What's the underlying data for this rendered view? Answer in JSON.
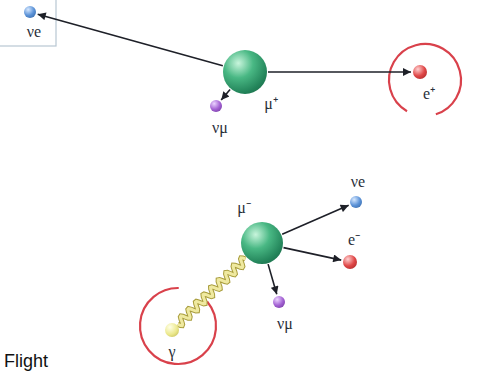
{
  "diagram": {
    "nodes": [
      {
        "text": [
          "νe"
        ]
      },
      {
        "text": [
          "μ⁺"
        ]
      },
      {
        "text": [
          "e⁺"
        ]
      },
      {
        "text": [
          "νμ"
        ]
      },
      {
        "text": [
          "μ⁻"
        ]
      },
      {
        "text": [
          "νe"
        ]
      },
      {
        "text": [
          "γ"
        ]
      },
      {
        "text": [
          "e⁻"
        ]
      },
      {
        "text": [
          "νμ"
        ]
      }
    ],
    "edges": [
      {
        "from": 1,
        "to": 0,
        "arrow": "to"
      },
      {
        "from": 1,
        "to": 2,
        "arrow": "to"
      },
      {
        "from": 1,
        "to": 3,
        "arrow": "to"
      },
      {
        "from": 6,
        "to": 4,
        "arrow": "none"
      },
      {
        "from": 4,
        "to": 5,
        "arrow": "to"
      },
      {
        "from": 4,
        "to": 7,
        "arrow": "to"
      },
      {
        "from": 4,
        "to": 8,
        "arrow": "to"
      }
    ],
    "labels": [
      "Flight"
    ]
  }
}
